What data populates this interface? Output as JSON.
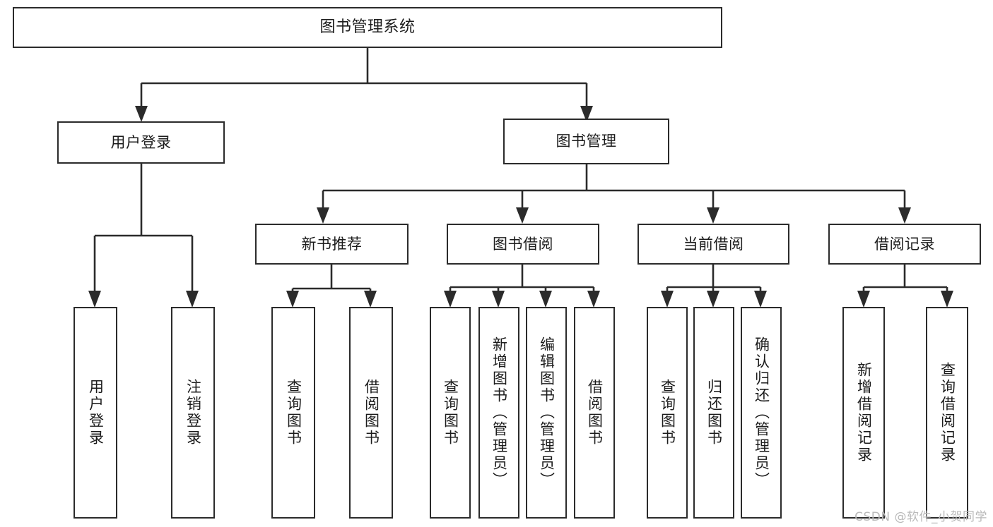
{
  "diagram": {
    "title": "图书管理系统",
    "watermark": "CSDN @软件_小贺同学",
    "line_color": "#2b2b2b",
    "box_fill": "#ffffff",
    "text_color": "#1c1c1c",
    "watermark_color": "#b9b9b9"
  },
  "nodes": {
    "root": {
      "label": "图书管理系统"
    },
    "level2": [
      {
        "label": "用户登录"
      },
      {
        "label": "图书管理"
      }
    ],
    "level3": [
      {
        "label": "新书推荐"
      },
      {
        "label": "图书借阅"
      },
      {
        "label": "当前借阅"
      },
      {
        "label": "借阅记录"
      }
    ],
    "leaves": {
      "user_login": [
        {
          "label": "用户登录"
        },
        {
          "label": "注销登录"
        }
      ],
      "new_book": [
        {
          "label": "查询图书"
        },
        {
          "label": "借阅图书"
        }
      ],
      "book_borrow": [
        {
          "label": "查询图书"
        },
        {
          "label": "新增图书（管理员）"
        },
        {
          "label": "编辑图书（管理员）"
        },
        {
          "label": "借阅图书"
        }
      ],
      "current_borrow": [
        {
          "label": "查询图书"
        },
        {
          "label": "归还图书"
        },
        {
          "label": "确认归还（管理员）"
        }
      ],
      "borrow_record": [
        {
          "label": "新增借阅记录"
        },
        {
          "label": "查询借阅记录"
        }
      ]
    }
  }
}
